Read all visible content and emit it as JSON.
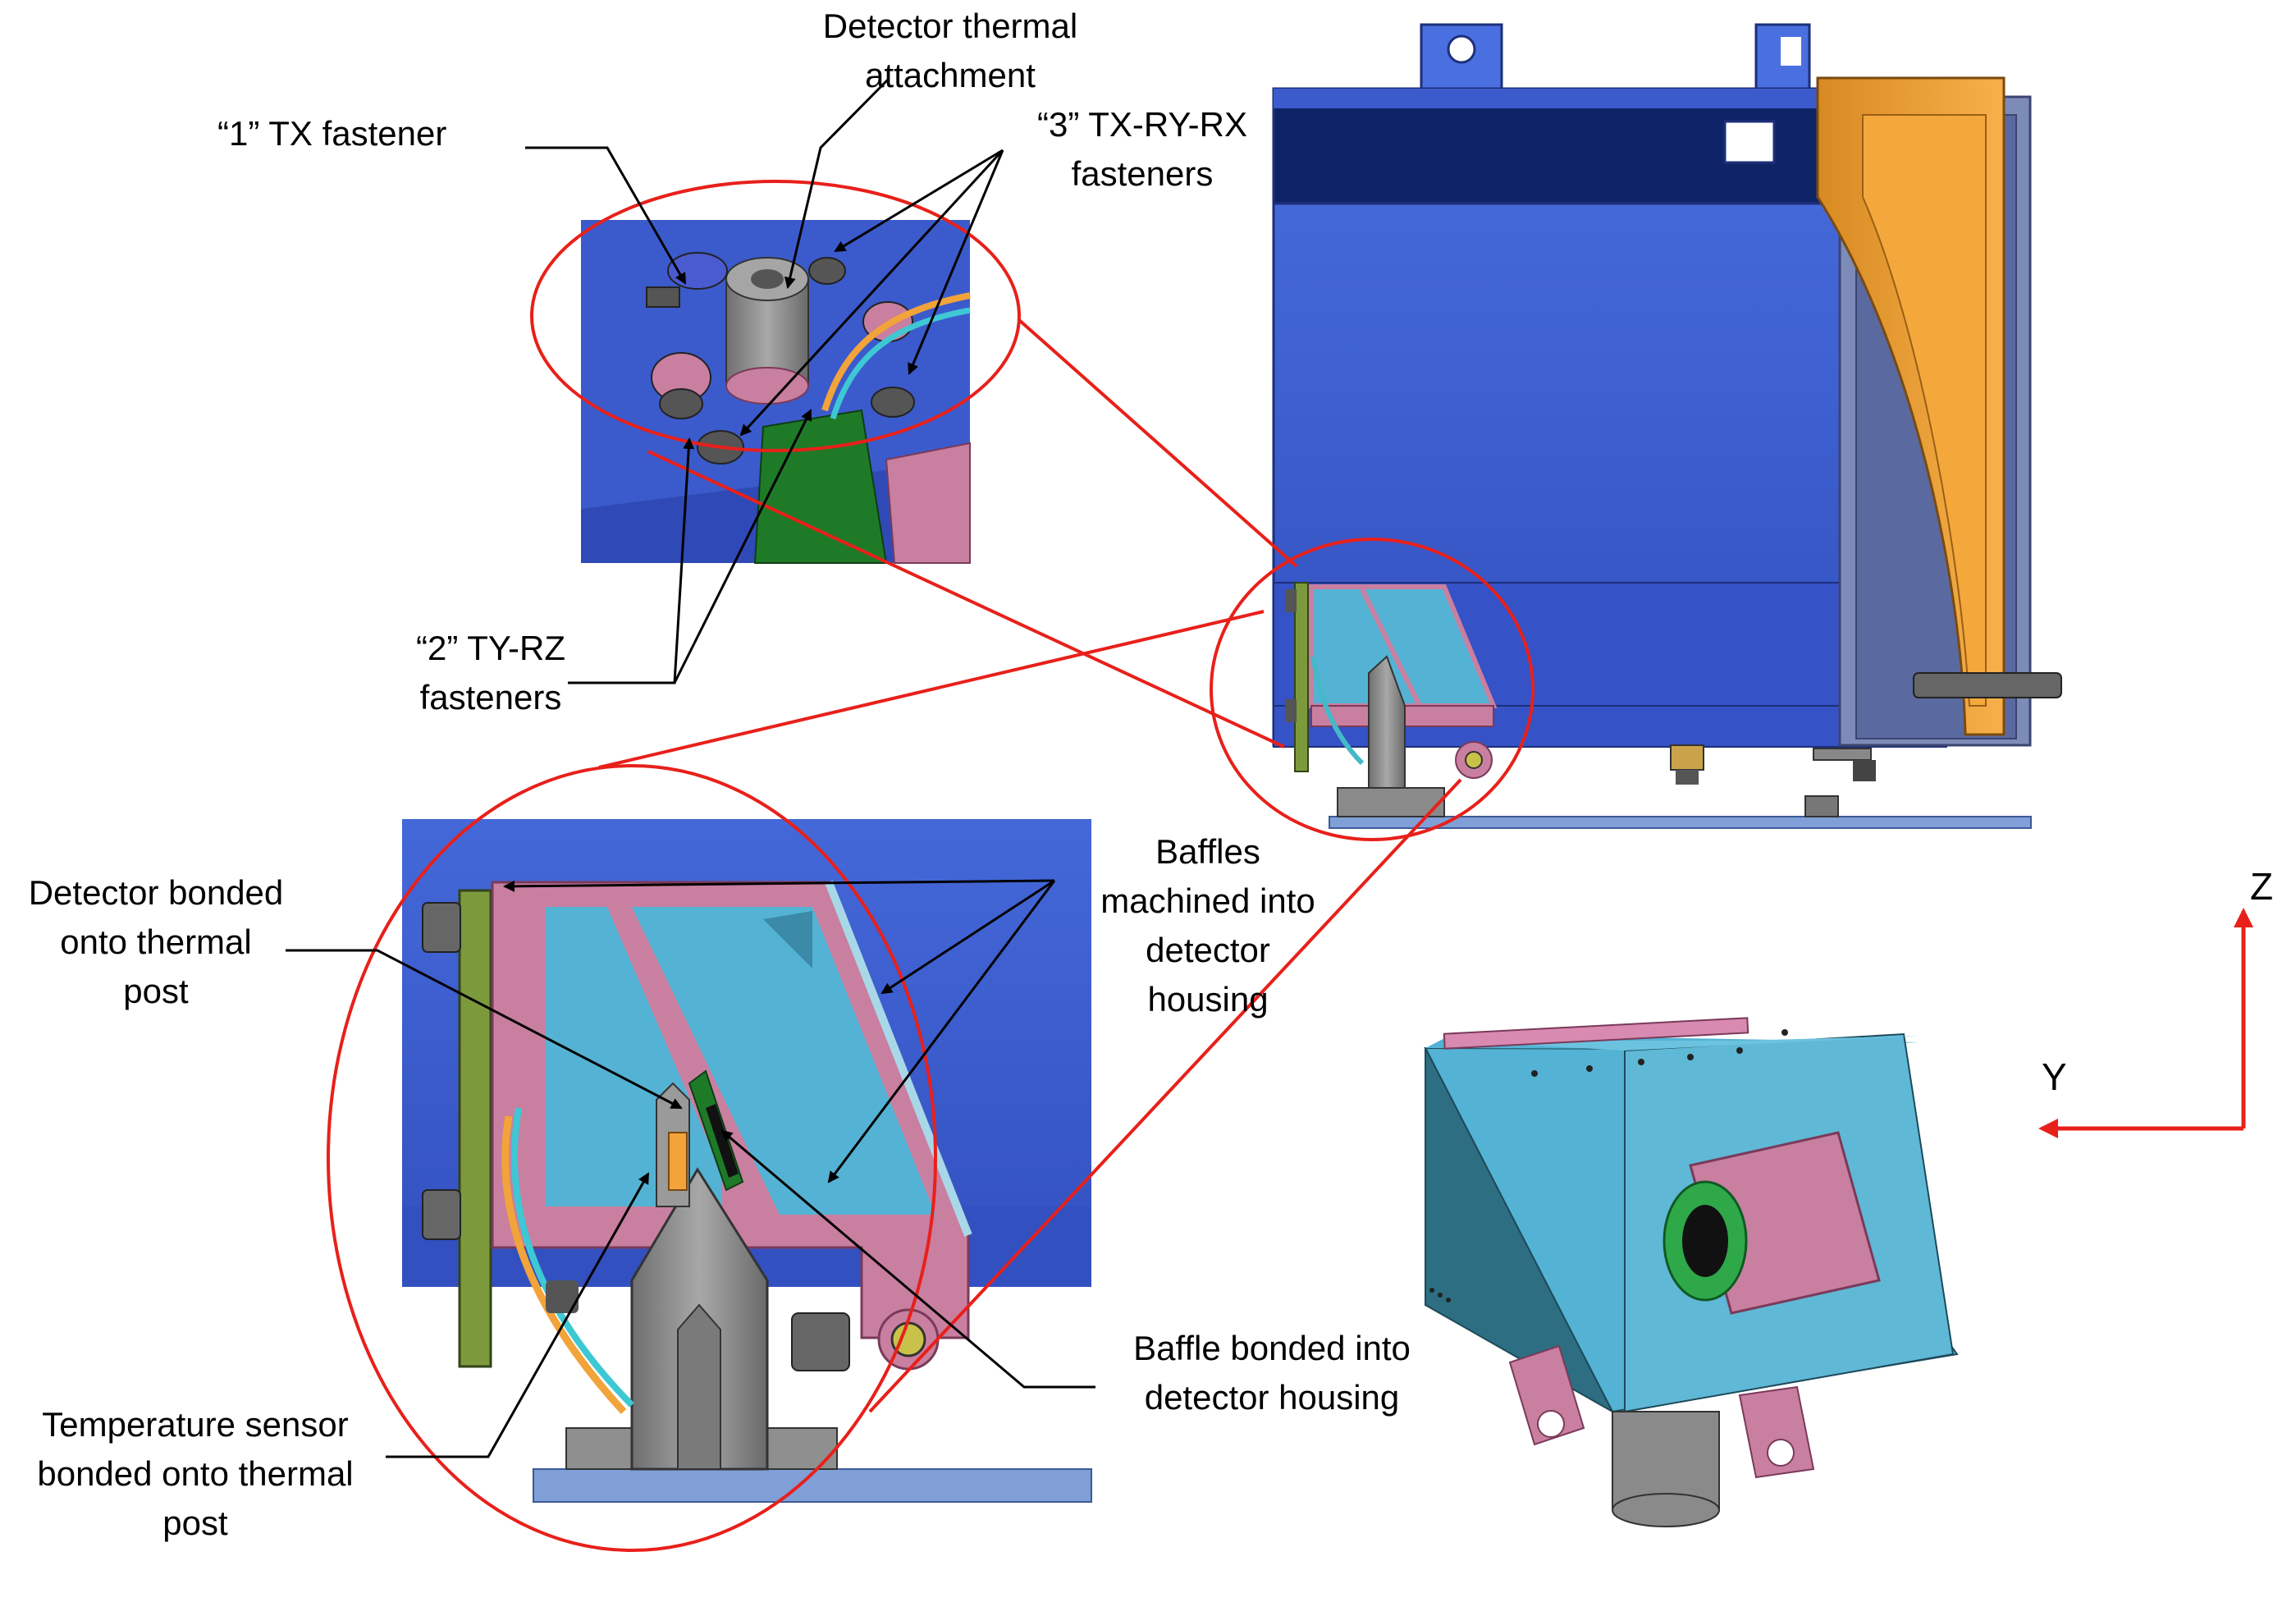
{
  "labels": {
    "tx": "“1”  TX fastener",
    "thermal_attachment": [
      "Detector thermal",
      "attachment"
    ],
    "tx_ry_rx": [
      "“3” TX-RY-RX",
      "fasteners"
    ],
    "ty_rz": [
      "“2” TY-RZ",
      "fasteners"
    ],
    "detector_bonded": [
      "Detector bonded",
      "onto thermal",
      "post"
    ],
    "baffles_machined": [
      "Baffles",
      "machined into",
      "detector",
      "housing"
    ],
    "baffle_bonded": [
      "Baffle bonded into",
      "detector housing"
    ],
    "temp_sensor": [
      "Temperature sensor",
      "bonded onto thermal",
      "post"
    ]
  },
  "axes": {
    "z": "Z",
    "y": "Y"
  },
  "colors": {
    "callout_ellipse": "#e8201a",
    "housing_blue": "#3b5bcc",
    "housing_dark": "#0f2466",
    "orange_support": "#f2a33a",
    "detector_cyan": "#54b3d4",
    "pink_part": "#c97fa0",
    "green_board": "#7c9a3c",
    "grey_post": "#8a8a8a",
    "base_plate": "#7f9fd6",
    "axis_arrow": "#e8201a"
  }
}
